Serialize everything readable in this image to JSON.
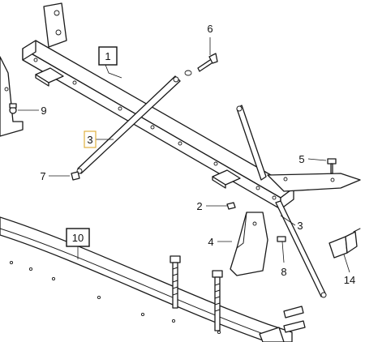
{
  "callouts": {
    "c1": "1",
    "c2": "2",
    "c3a": "3",
    "c3b": "3",
    "c4": "4",
    "c5": "5",
    "c6": "6",
    "c7": "7",
    "c8": "8",
    "c9": "9",
    "c10": "10",
    "c14": "14"
  },
  "colors": {
    "line": "#1a1a1a",
    "highlight": "#e0b040",
    "background": "#ffffff"
  }
}
